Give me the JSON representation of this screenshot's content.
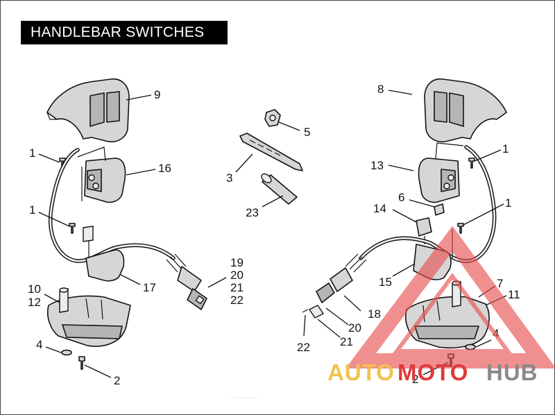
{
  "title": "HANDLEBAR SWITCHES",
  "callouts": [
    {
      "id": "c-9",
      "label": "9"
    },
    {
      "id": "c-1a",
      "label": "1"
    },
    {
      "id": "c-16",
      "label": "16"
    },
    {
      "id": "c-1b",
      "label": "1"
    },
    {
      "id": "c-17",
      "label": "17"
    },
    {
      "id": "c-19",
      "label": "19"
    },
    {
      "id": "c-20a",
      "label": "20"
    },
    {
      "id": "c-21a",
      "label": "21"
    },
    {
      "id": "c-22a",
      "label": "22"
    },
    {
      "id": "c-10",
      "label": "10"
    },
    {
      "id": "c-12",
      "label": "12"
    },
    {
      "id": "c-4a",
      "label": "4"
    },
    {
      "id": "c-2a",
      "label": "2"
    },
    {
      "id": "c-5",
      "label": "5"
    },
    {
      "id": "c-3",
      "label": "3"
    },
    {
      "id": "c-23",
      "label": "23"
    },
    {
      "id": "c-8",
      "label": "8"
    },
    {
      "id": "c-1c",
      "label": "1"
    },
    {
      "id": "c-13",
      "label": "13"
    },
    {
      "id": "c-6",
      "label": "6"
    },
    {
      "id": "c-1d",
      "label": "1"
    },
    {
      "id": "c-14",
      "label": "14"
    },
    {
      "id": "c-15",
      "label": "15"
    },
    {
      "id": "c-7",
      "label": "7"
    },
    {
      "id": "c-11",
      "label": "11"
    },
    {
      "id": "c-18",
      "label": "18"
    },
    {
      "id": "c-20b",
      "label": "20"
    },
    {
      "id": "c-21b",
      "label": "21"
    },
    {
      "id": "c-22b",
      "label": "22"
    },
    {
      "id": "c-4b",
      "label": "4"
    },
    {
      "id": "c-2b",
      "label": "2"
    }
  ],
  "watermark": {
    "part1": "AUTO",
    "part2": "MOTO",
    "part3": "HUB",
    "colors": {
      "auto": "#f2c14e",
      "moto": "#e03a3a",
      "hub": "#8a8a8a",
      "triangle": "#e84c4c"
    }
  },
  "footer": ". . . . . . . . . . ."
}
